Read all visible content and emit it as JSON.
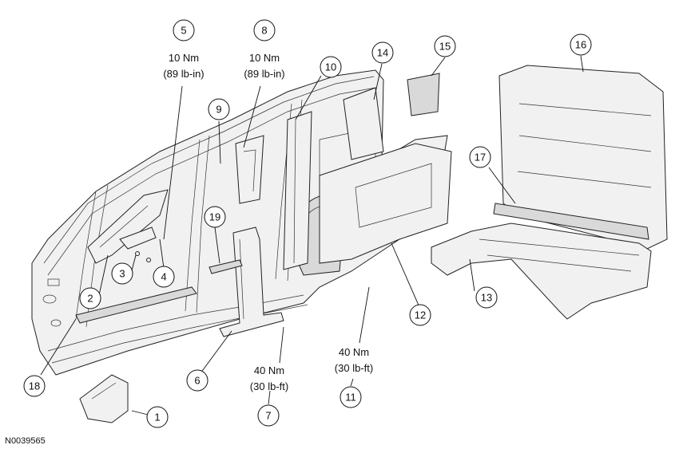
{
  "figure_id": "N0039565",
  "callouts": [
    {
      "id": "1",
      "label": "1"
    },
    {
      "id": "2",
      "label": "2"
    },
    {
      "id": "3",
      "label": "3"
    },
    {
      "id": "4",
      "label": "4"
    },
    {
      "id": "5",
      "label": "5"
    },
    {
      "id": "6",
      "label": "6"
    },
    {
      "id": "7",
      "label": "7"
    },
    {
      "id": "8",
      "label": "8"
    },
    {
      "id": "9",
      "label": "9"
    },
    {
      "id": "10",
      "label": "10"
    },
    {
      "id": "11",
      "label": "11"
    },
    {
      "id": "12",
      "label": "12"
    },
    {
      "id": "13",
      "label": "13"
    },
    {
      "id": "14",
      "label": "14"
    },
    {
      "id": "15",
      "label": "15"
    },
    {
      "id": "16",
      "label": "16"
    },
    {
      "id": "17",
      "label": "17"
    },
    {
      "id": "18",
      "label": "18"
    },
    {
      "id": "19",
      "label": "19"
    }
  ],
  "torque_specs": {
    "item5": {
      "metric": "10 Nm",
      "imperial": "(89 lb-in)"
    },
    "item8": {
      "metric": "10 Nm",
      "imperial": "(89 lb-in)"
    },
    "item7": {
      "metric": "40 Nm",
      "imperial": "(30 lb-ft)"
    },
    "item11": {
      "metric": "40 Nm",
      "imperial": "(30 lb-ft)"
    }
  }
}
